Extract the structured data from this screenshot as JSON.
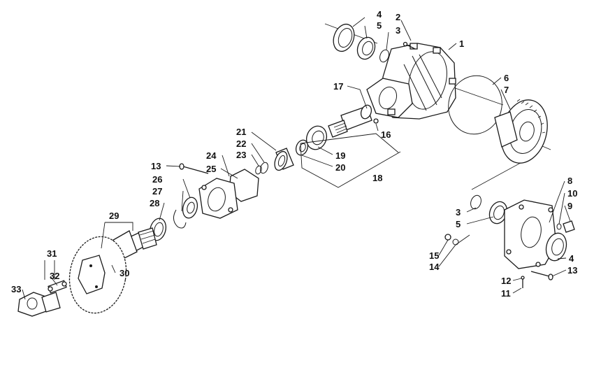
{
  "diagram": {
    "type": "exploded-parts-diagram",
    "callouts": [
      "1",
      "2",
      "3",
      "4",
      "5",
      "6",
      "7",
      "8",
      "9",
      "10",
      "11",
      "12",
      "13",
      "14",
      "15",
      "16",
      "17",
      "18",
      "19",
      "20",
      "21",
      "22",
      "23",
      "24",
      "25",
      "26",
      "27",
      "28",
      "29",
      "30",
      "31",
      "32",
      "33"
    ],
    "labels": {
      "c1": "1",
      "c2": "2",
      "c3a": "3",
      "c3b": "3",
      "c4a": "4",
      "c4b": "4",
      "c5a": "5",
      "c5b": "5",
      "c6": "6",
      "c7": "7",
      "c8": "8",
      "c9": "9",
      "c10": "10",
      "c11": "11",
      "c12": "12",
      "c13a": "13",
      "c13b": "13",
      "c14": "14",
      "c15": "15",
      "c16": "16",
      "c17": "17",
      "c18": "18",
      "c19": "19",
      "c20": "20",
      "c21": "21",
      "c22": "22",
      "c23": "23",
      "c24": "24",
      "c25": "25",
      "c26": "26",
      "c27": "27",
      "c28": "28",
      "c29": "29",
      "c30": "30",
      "c31": "31",
      "c32": "32",
      "c33": "33"
    }
  }
}
